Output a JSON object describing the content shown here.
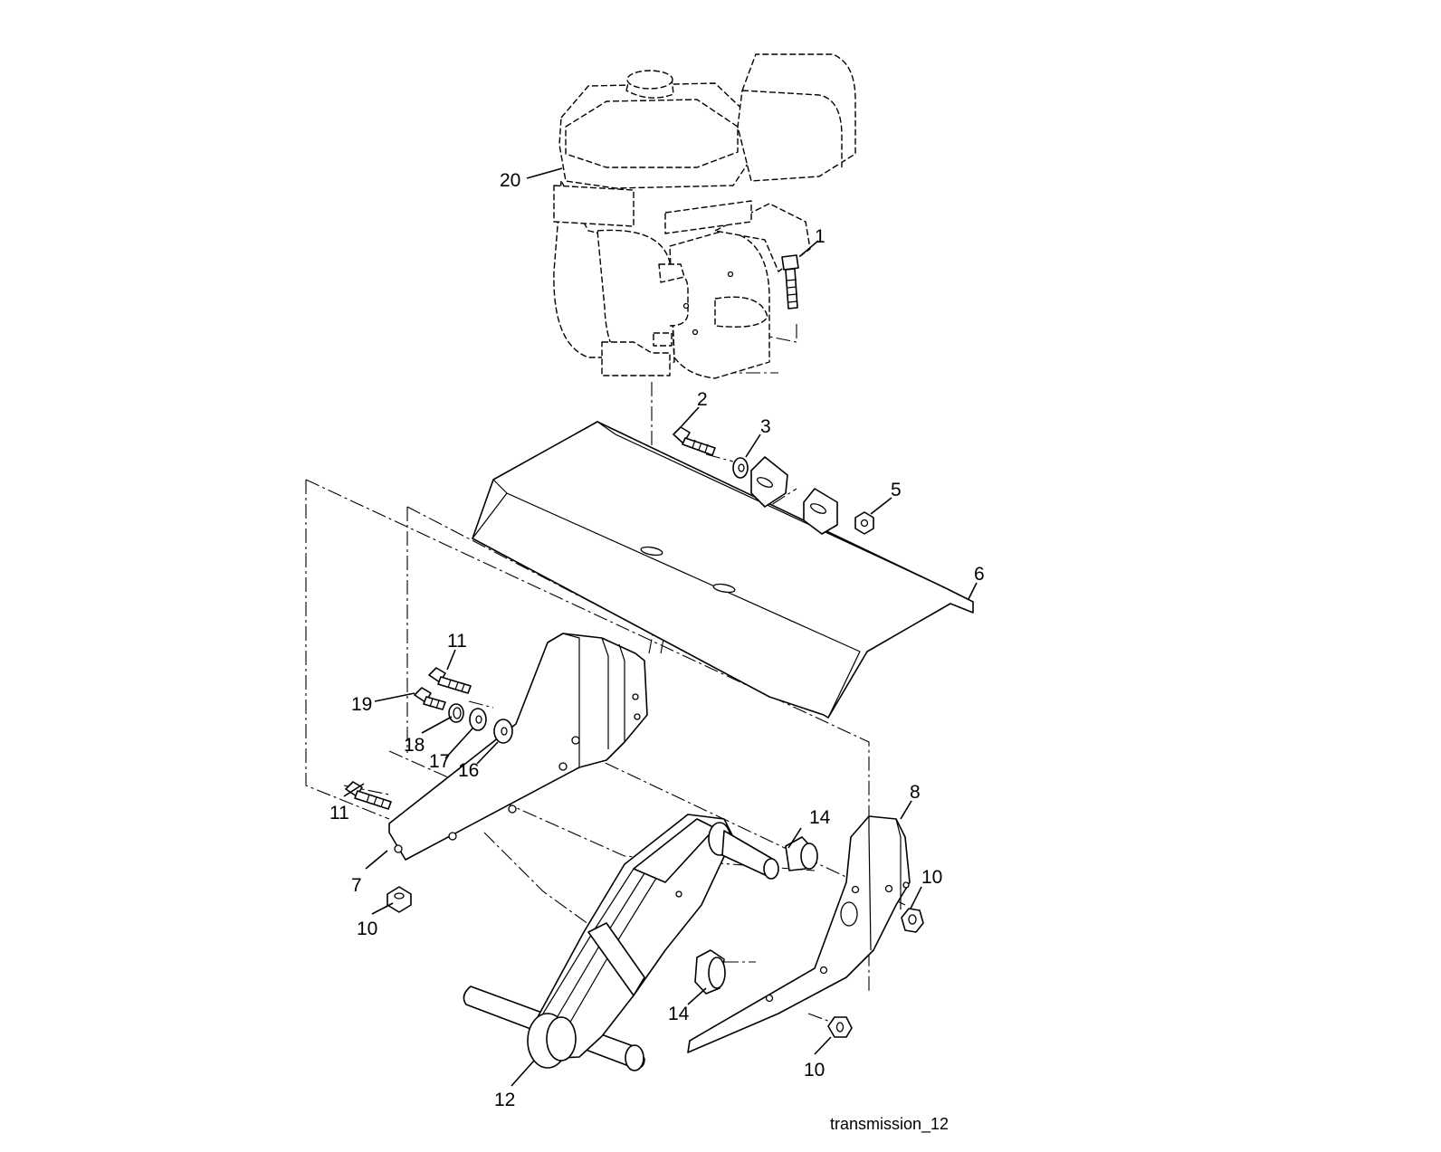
{
  "figure_id": "transmission_12",
  "callouts": {
    "c20": "20",
    "c1": "1",
    "c2": "2",
    "c3": "3",
    "c5": "5",
    "c6": "6",
    "c11a": "11",
    "c19": "19",
    "c18": "18",
    "c17": "17",
    "c16": "16",
    "c11b": "11",
    "c7": "7",
    "c10a": "10",
    "c14a": "14",
    "c8": "8",
    "c10b": "10",
    "c14b": "14",
    "c12": "12",
    "c10c": "10"
  }
}
